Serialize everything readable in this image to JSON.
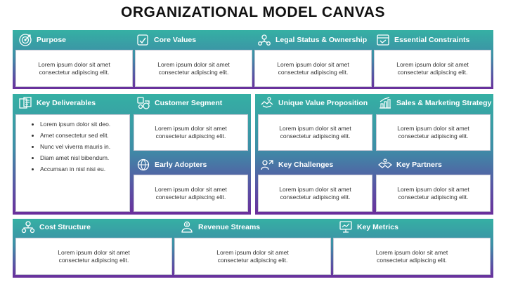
{
  "title": "ORGANIZATIONAL MODEL CANVAS",
  "lorem_line1": "Lorem ipsum dolor sit amet",
  "lorem_line2": "consectetur adipiscing elit.",
  "sections": {
    "purpose": "Purpose",
    "core_values": "Core Values",
    "legal_status": "Legal Status & Ownership",
    "essential_constraints": "Essential Constraints",
    "key_deliverables": "Key Deliverables",
    "customer_segment": "Customer Segment",
    "early_adopters": "Early Adopters",
    "unique_value": "Unique Value Proposition",
    "sales_marketing": "Sales & Marketing Strategy",
    "key_challenges": "Key Challenges",
    "key_partners": "Key Partners",
    "cost_structure": "Cost Structure",
    "revenue_streams": "Revenue Streams",
    "key_metrics": "Key Metrics"
  },
  "deliverables_list": [
    "Lorem ipsum dolor sit deo.",
    "Amet consectetur sed elit.",
    "Nunc vel viverra mauris in.",
    "Diam amet nisl bibendum.",
    "Accumsan in nisl nisi eu."
  ],
  "icons": [
    "target-icon",
    "handshake-values-icon",
    "legal-network-icon",
    "constraints-icon",
    "deliverables-icon",
    "customer-segment-icon",
    "early-adopters-icon",
    "value-proposition-icon",
    "marketing-chart-icon",
    "challenges-icon",
    "partners-icon",
    "cost-structure-icon",
    "revenue-icon",
    "metrics-icon"
  ],
  "colors": {
    "gradient_top": "#35b0a4",
    "gradient_bottom": "#6a2f9c"
  }
}
